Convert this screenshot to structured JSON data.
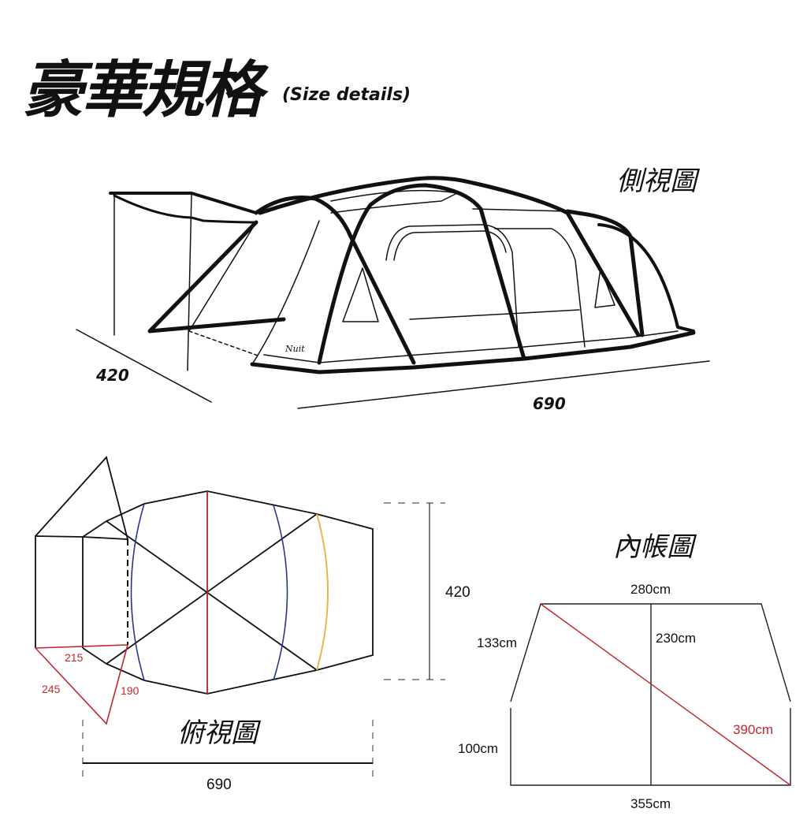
{
  "header": {
    "title": "豪華規格",
    "subtitle": "(Size details)"
  },
  "side_view": {
    "label": "側視圖",
    "depth": "420",
    "length": "690",
    "logo": "Nuit"
  },
  "top_view": {
    "label": "俯視圖",
    "length": "690",
    "width": "420",
    "awning_a": "215",
    "awning_b": "245",
    "awning_c": "190"
  },
  "inner_tent": {
    "label": "內帳圖",
    "top_width": "280cm",
    "side_height": "133cm",
    "center_height": "230cm",
    "diagonal": "390cm",
    "wall_height": "100cm",
    "bottom_width": "355cm"
  },
  "colors": {
    "red": "#c0272d",
    "blue": "#2b3590",
    "yellow": "#e8b54a"
  }
}
